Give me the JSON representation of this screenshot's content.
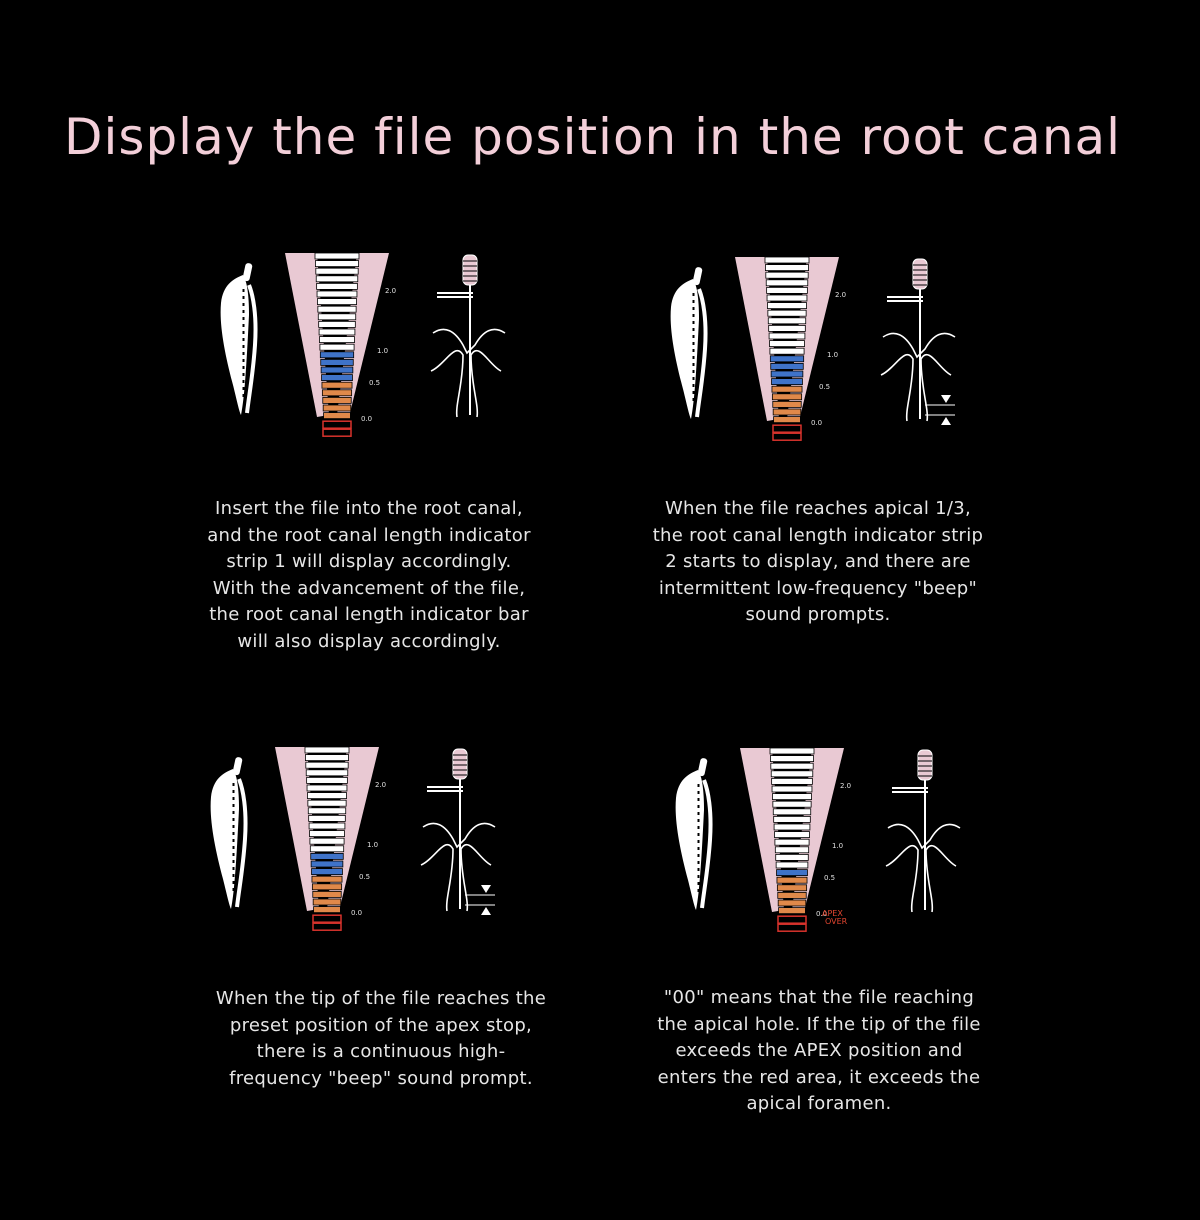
{
  "title": "Display the file position in the root canal",
  "colors": {
    "background": "#000000",
    "title": "#f3cfd9",
    "canal_pink": "#e9c9d3",
    "blue_zone": "#3f73c8",
    "orange_zone": "#e0894a",
    "red_zone": "#d8322c",
    "text": "#e6e6e6"
  },
  "scale_labels": [
    "2.0",
    "1.0",
    "0.5",
    "0.0"
  ],
  "panels": [
    {
      "caption": "Insert the file into the root canal,\nand the root canal length indicator\nstrip 1 will display accordingly.\nWith the advancement of the file,\nthe root canal length indicator bar\nwill also display accordingly.",
      "lit_segments": 16,
      "apex_stop_marker": false,
      "apex_label": null,
      "over_label": null
    },
    {
      "caption": "When the file reaches apical 1/3,\nthe root canal length indicator strip\n2 starts to display, and there are\nintermittent low-frequency \"beep\"\nsound prompts.",
      "lit_segments": 13,
      "apex_stop_marker": true,
      "apex_label": null,
      "over_label": null
    },
    {
      "caption": "When the tip of the file reaches the\npreset position of the apex stop,\nthere is a continuous high-\nfrequency \"beep\" sound prompt.",
      "lit_segments": 8,
      "apex_stop_marker": true,
      "apex_label": null,
      "over_label": null
    },
    {
      "caption": "\"00\" means that the file reaching\nthe apical hole. If the tip of the file\nexceeds the APEX position and\nenters the red area, it exceeds the\napical foramen.",
      "lit_segments": 6,
      "apex_stop_marker": false,
      "apex_label": "APEX",
      "over_label": "OVER"
    }
  ]
}
